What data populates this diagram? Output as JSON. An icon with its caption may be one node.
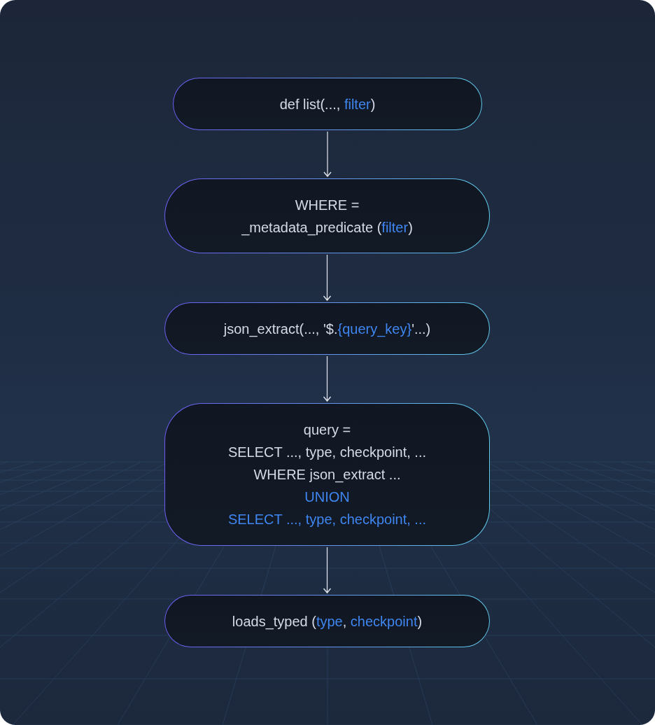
{
  "diagram": {
    "nodes": [
      {
        "text": [
          "def list(..., *filter*)"
        ]
      },
      {
        "text": [
          "WHERE =",
          "_metadata_predicate (*filter*)"
        ]
      },
      {
        "text": [
          "json_extract(..., '$.*{query_key}*'...)"
        ]
      },
      {
        "text": [
          "query =",
          "SELECT ..., type, checkpoint, ...",
          "WHERE json_extract ...",
          "*UNION*",
          "*SELECT ..., type, checkpoint, ...*"
        ]
      },
      {
        "text": [
          "loads_typed (*type*, *checkpoint*)"
        ]
      }
    ],
    "edges": [
      {
        "from": 0,
        "to": 1,
        "arrow": "to"
      },
      {
        "from": 1,
        "to": 2,
        "arrow": "to"
      },
      {
        "from": 2,
        "to": 3,
        "arrow": "to"
      },
      {
        "from": 3,
        "to": 4,
        "arrow": "to"
      }
    ]
  }
}
